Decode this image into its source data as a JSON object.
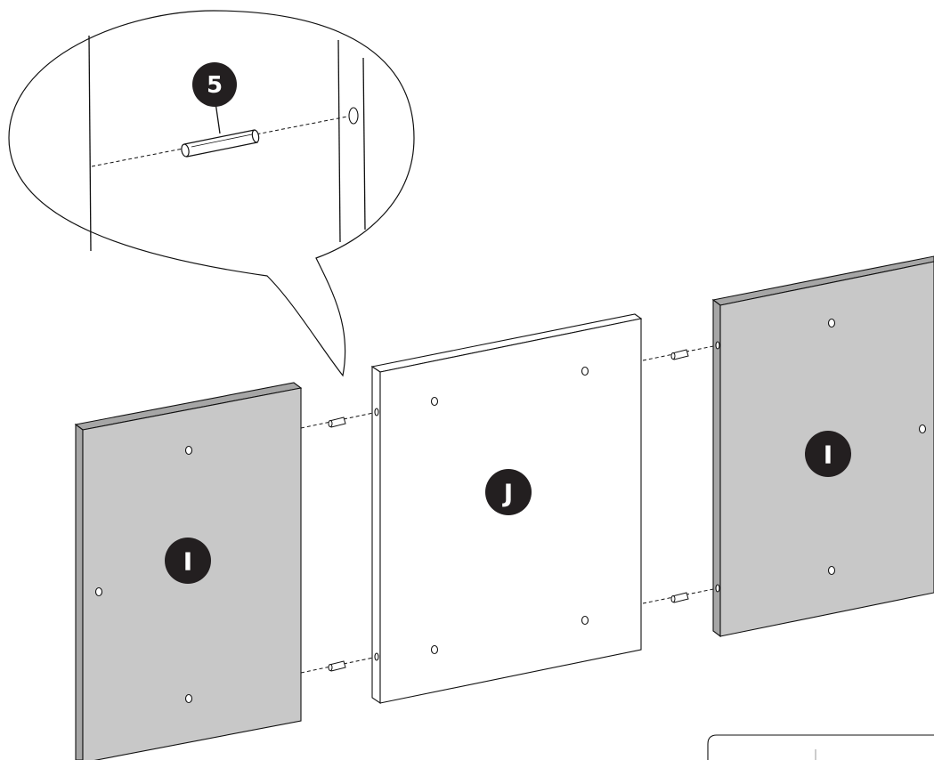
{
  "diagram": {
    "callout_part": {
      "label": "5"
    },
    "panel_left": {
      "label": "I"
    },
    "panel_center": {
      "label": "J"
    },
    "panel_right": {
      "label": "I"
    },
    "colors": {
      "side_panel_fill": "#c8c8c8",
      "side_panel_edge": "#a6a6a6",
      "center_panel_fill": "#ffffff",
      "badge_fill": "#231f20",
      "line": "#111111"
    }
  }
}
